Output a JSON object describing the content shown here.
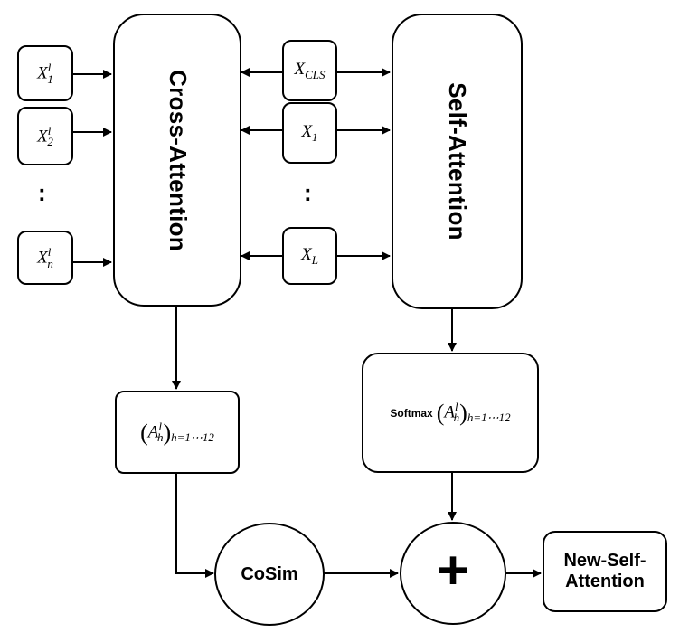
{
  "blocks": {
    "cross_attention": "Cross-Attention",
    "self_attention": "Self-Attention",
    "cosim": "CoSim",
    "plus": "+",
    "new_self_attention_line1": "New-Self-",
    "new_self_attention_line2": "Attention",
    "softmax": "Softmax"
  },
  "left_inputs": [
    {
      "base": "X",
      "sub": "1",
      "sup": "l"
    },
    {
      "base": "X",
      "sub": "2",
      "sup": "l"
    },
    {
      "base": "X",
      "sub": "n",
      "sup": "l"
    }
  ],
  "middle_inputs": [
    {
      "base": "X",
      "sub": "CLS"
    },
    {
      "base": "X",
      "sub": "1"
    },
    {
      "base": "X",
      "sub": "L"
    }
  ],
  "ellipsis": ":",
  "attention_maps": {
    "base": "A",
    "sub": "h",
    "sup": "l",
    "range": "h=1⋯12"
  },
  "colors": {
    "stroke": "#000000",
    "fill": "#ffffff"
  }
}
